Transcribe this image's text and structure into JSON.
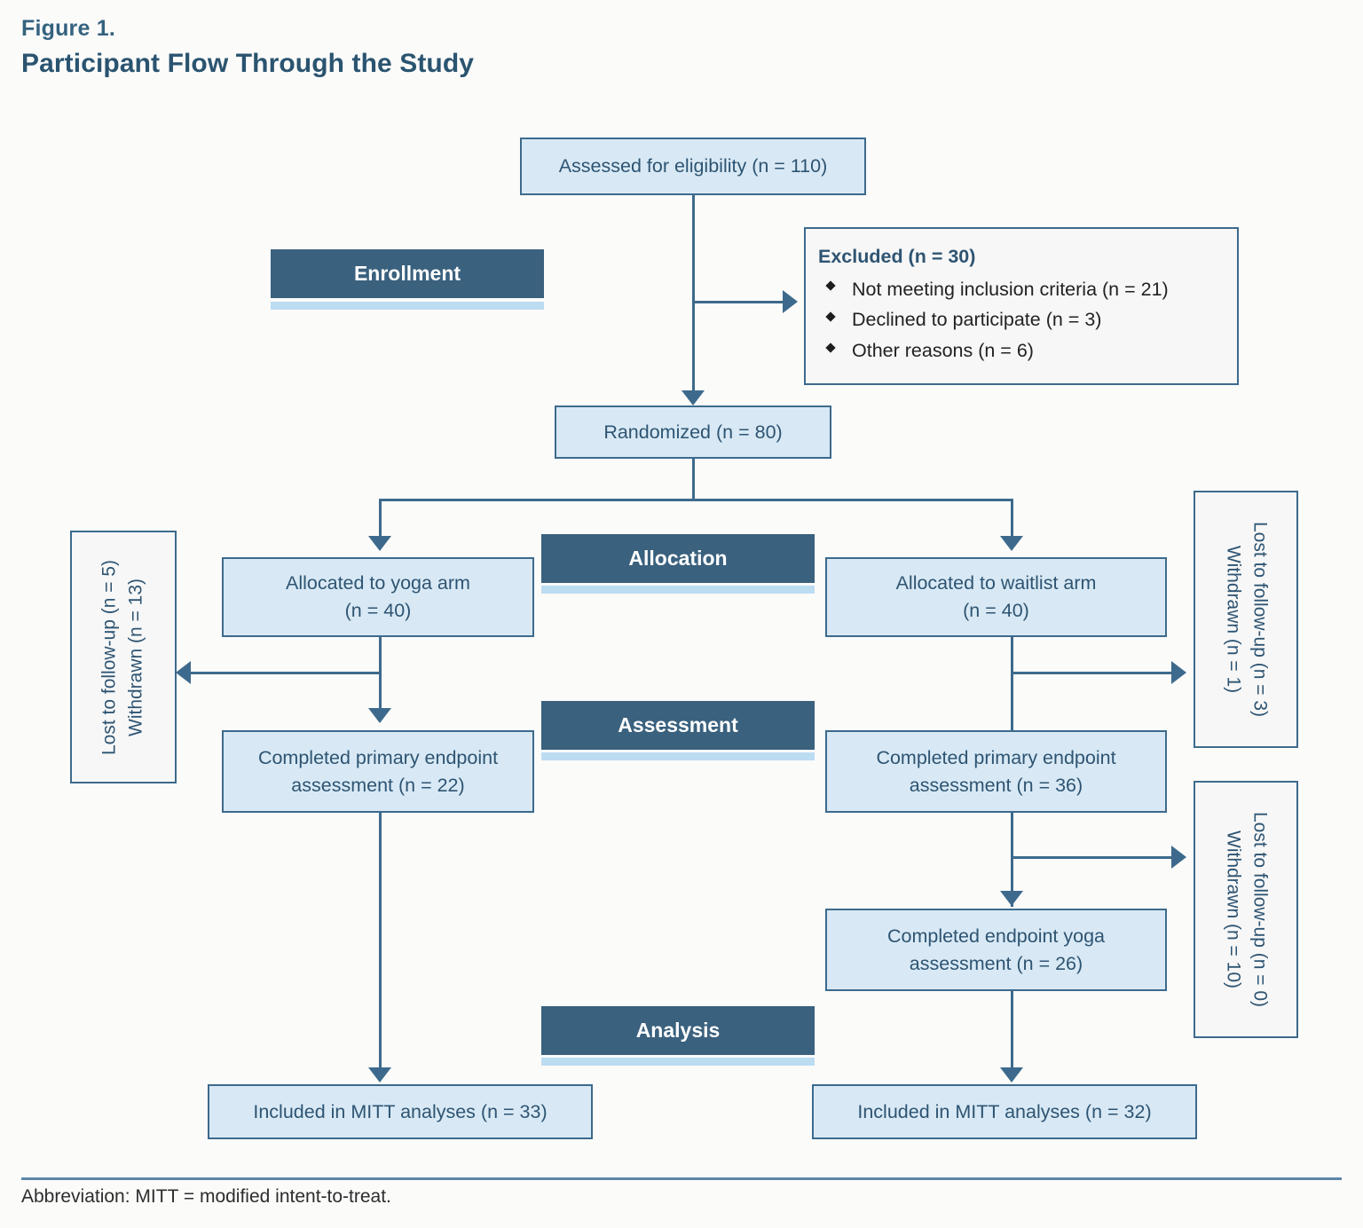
{
  "figure": {
    "label": "Figure 1.",
    "title": "Participant Flow Through the Study"
  },
  "colors": {
    "box_fill": "#d8e9f5",
    "box_border": "#3d6a8c",
    "banner_fill": "#3a617e",
    "banner_underline": "#bcdcf2",
    "text": "#2e5472",
    "page_bg": "#fbfbfa"
  },
  "banners": {
    "enrollment": "Enrollment",
    "allocation": "Allocation",
    "assessment": "Assessment",
    "analysis": "Analysis"
  },
  "nodes": {
    "assessed": "Assessed for eligibility (n = 110)",
    "randomized": "Randomized (n = 80)",
    "allocated_yoga_line1": "Allocated to yoga arm",
    "allocated_yoga_line2": "(n = 40)",
    "allocated_waitlist_line1": "Allocated to waitlist arm",
    "allocated_waitlist_line2": "(n = 40)",
    "completed_primary_left_line1": "Completed primary endpoint",
    "completed_primary_left_line2": "assessment (n = 22)",
    "completed_primary_right_line1": "Completed primary endpoint",
    "completed_primary_right_line2": "assessment (n = 36)",
    "completed_yoga_right_line1": "Completed endpoint yoga",
    "completed_yoga_right_line2": "assessment (n = 26)",
    "mitt_left": "Included in MITT analyses (n = 33)",
    "mitt_right": "Included in MITT analyses (n = 32)"
  },
  "excluded": {
    "heading": "Excluded (n = 30)",
    "items": [
      "Not meeting inclusion criteria (n = 21)",
      "Declined to participate (n = 3)",
      "Other reasons (n = 6)"
    ]
  },
  "attrition": {
    "left": {
      "line1": "Lost to follow-up (n = 5)",
      "line2": "Withdrawn (n = 13)"
    },
    "right_upper": {
      "line1": "Lost to follow-up (n = 3)",
      "line2": "Withdrawn (n = 1)"
    },
    "right_lower": {
      "line1": "Lost to follow-up (n = 0)",
      "line2": "Withdrawn (n = 10)"
    }
  },
  "footer": {
    "abbreviation": "Abbreviation: MITT = modified intent-to-treat."
  }
}
